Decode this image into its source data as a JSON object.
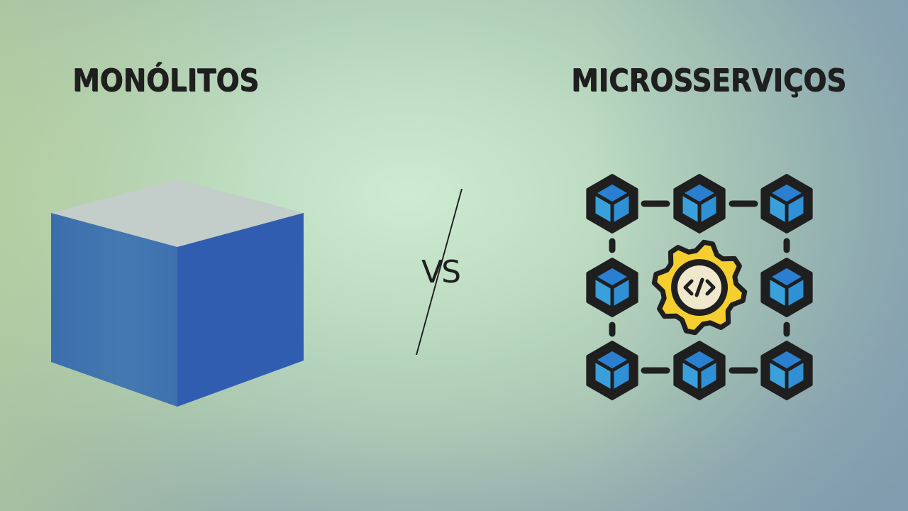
{
  "left": {
    "title": "MONÓLITOS"
  },
  "right": {
    "title": "MICROSSERVIÇOS"
  },
  "center": {
    "vs": "VS"
  },
  "icons": {
    "monolith": "cube-icon",
    "microservices": "microservices-network-icon",
    "code_gear": "gear-code-icon"
  },
  "colors": {
    "monolith_front": "#3f73ad",
    "monolith_right": "#315cb0",
    "monolith_top": "#c2cdca",
    "node_light": "#3aa0dc",
    "node_dark": "#2a7fd0",
    "gear": "#f4cf2f",
    "gear_center": "#efe8cc",
    "outline": "#1f1f1f"
  }
}
